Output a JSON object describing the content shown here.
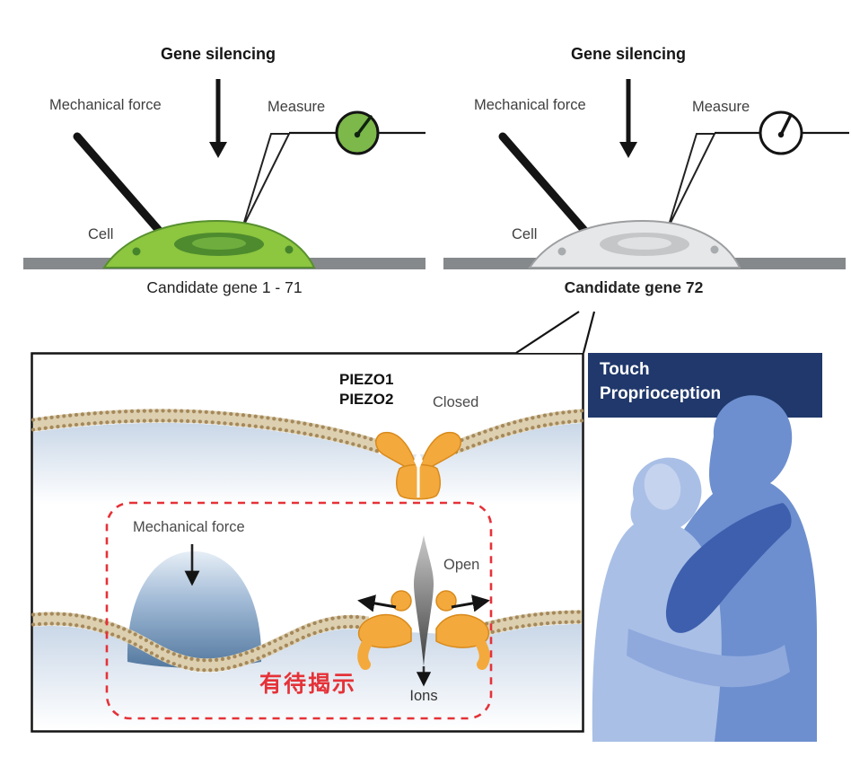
{
  "colors": {
    "cell_green": "#8dc63f",
    "cell_green_nucleus": "#46842c",
    "cell_gray": "#e6e7e8",
    "cell_gray_nucleus": "#c2c4c6",
    "gauge_active": "#7cb84a",
    "gauge_silent": "#ffffff",
    "channel_orange": "#f4a93c",
    "membrane_tan": "#ddd0b0",
    "membrane_bead": "#a5895c",
    "navy": "#20386b",
    "red": "#e53238",
    "surface_gray": "#85898c",
    "silhouette_back": "#6d8fcf",
    "silhouette_front": "#a9bfe6",
    "silhouette_arm_dark": "#3d5fae",
    "silhouette_arm_light": "#8fa9dd",
    "silhouette_face": "#c5d3ee"
  },
  "experiment_panels": {
    "left": {
      "title": "Gene silencing",
      "force_label": "Mechanical force",
      "measure_label": "Measure",
      "cell_label": "Cell",
      "caption": "Candidate gene 1 - 71"
    },
    "right": {
      "title": "Gene silencing",
      "force_label": "Mechanical force",
      "measure_label": "Measure",
      "cell_label": "Cell",
      "caption": "Candidate gene 72"
    }
  },
  "membrane_panel": {
    "piezo1": "PIEZO1",
    "piezo2": "PIEZO2",
    "closed": "Closed",
    "open": "Open",
    "ions": "Ions",
    "force_label": "Mechanical force",
    "annotation": "有待揭示"
  },
  "touch_box": {
    "line1": "Touch",
    "line2": "Proprioception"
  }
}
